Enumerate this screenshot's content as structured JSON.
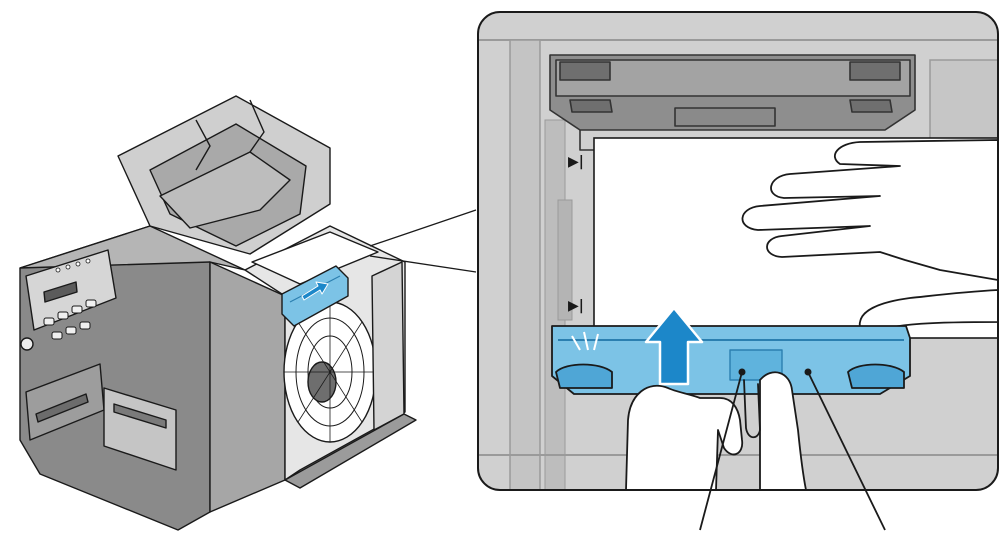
{
  "figure": {
    "left_view": "printer-with-open-cover",
    "right_view": "detail-callout-paper-guide",
    "callout_count": 2,
    "indicator_glyph": "▶|",
    "colors": {
      "guide_blue": "#7cc3e6",
      "guide_blue_dark": "#2b7fb0",
      "arrow_blue": "#1c87c9",
      "printer_gray": "#b9b9b9",
      "printer_dark": "#6e6e6e",
      "panel_bg": "#d0d0d0",
      "outline": "#1a1a1a",
      "paper": "#ffffff"
    }
  }
}
